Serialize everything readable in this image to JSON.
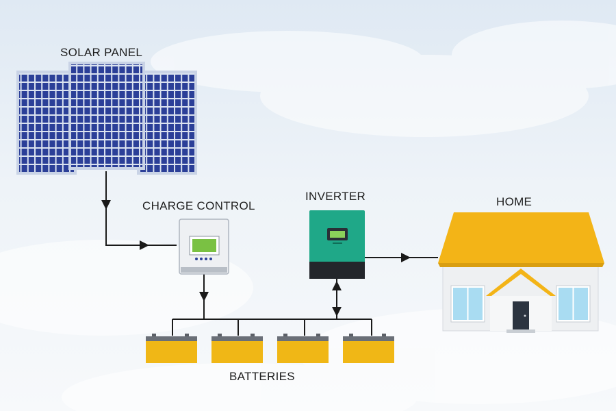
{
  "labels": {
    "solar_panel": "SOLAR PANEL",
    "charge_control": "CHARGE CONTROL",
    "inverter": "INVERTER",
    "home": "HOME",
    "batteries": "BATTERIES"
  },
  "colors": {
    "panel_cell": "#2b3f98",
    "panel_frame": "#c9d3e6",
    "battery": "#f0b716",
    "roof": "#f3b417",
    "inverter": "#1fa888",
    "wire": "#1a1a1a",
    "controller_screen": "#7ac143"
  }
}
